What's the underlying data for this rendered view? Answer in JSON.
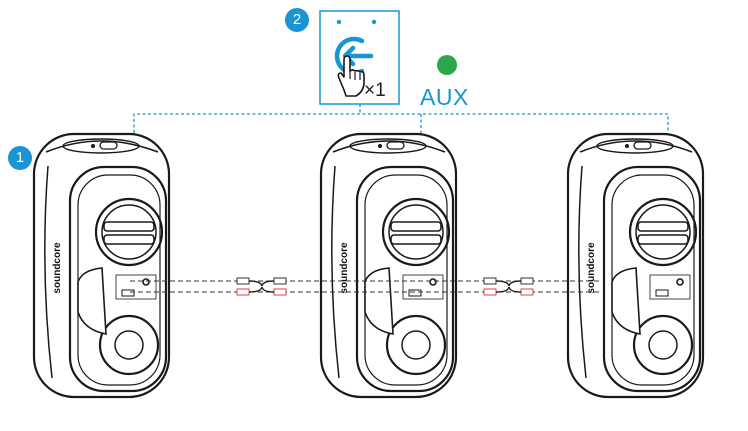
{
  "steps": {
    "one": "1",
    "two": "2"
  },
  "button_panel": {
    "press_count": "×1",
    "icon": "aux-input-icon",
    "hand_icon": "pointing-hand-icon"
  },
  "mode": {
    "label": "AUX",
    "indicator_color": "#2aa84a"
  },
  "speakers": [
    {
      "brand": "soundcore"
    },
    {
      "brand": "soundcore"
    },
    {
      "brand": "soundcore"
    }
  ],
  "colors": {
    "accent": "#1a95d3",
    "outline": "#1a1a1a",
    "cable_red": "#e0404a",
    "indicator_green": "#2aa84a"
  }
}
